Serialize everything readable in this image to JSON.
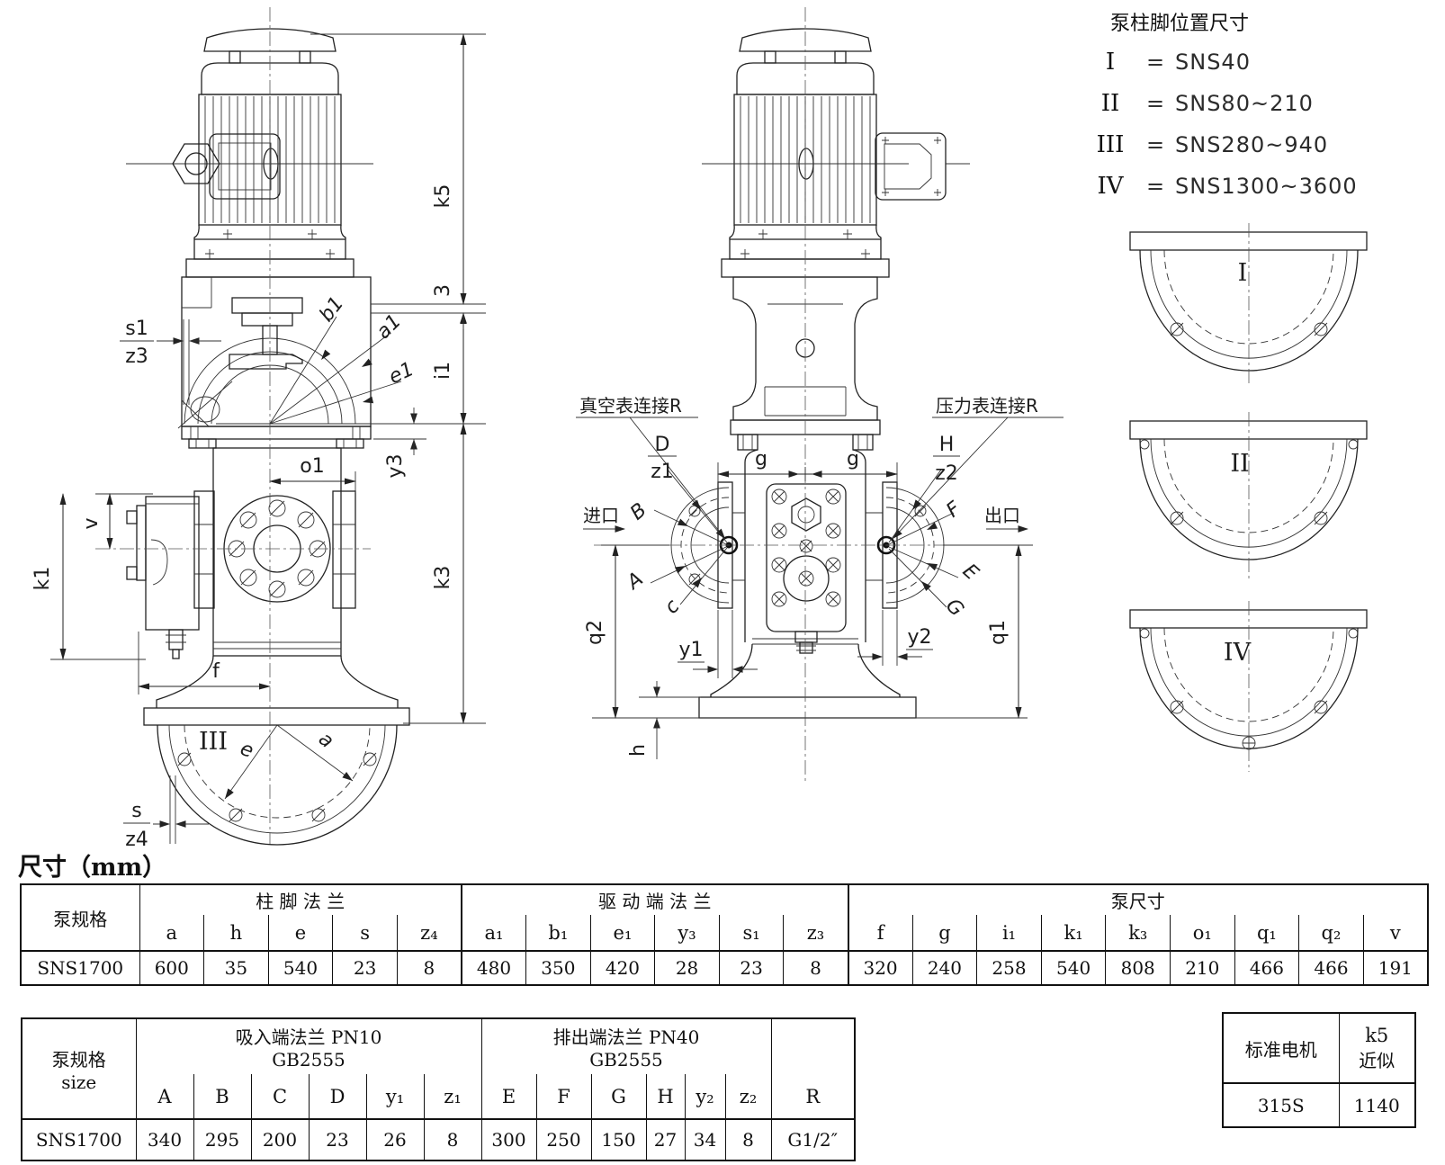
{
  "legend": {
    "title": "泵柱脚位置尺寸",
    "entries": [
      {
        "n": "I",
        "eq": "=",
        "v": "SNS40"
      },
      {
        "n": "II",
        "eq": "=",
        "v": "SNS80~210"
      },
      {
        "n": "III",
        "eq": "=",
        "v": "SNS280~940"
      },
      {
        "n": "IV",
        "eq": "=",
        "v": "SNS1300~3600"
      }
    ]
  },
  "drawing": {
    "left": {
      "s1": "s1",
      "z3": "z3",
      "b1": "b1",
      "a1": "a1",
      "e1": "e1",
      "d3": "3",
      "i1": "i1",
      "y3": "y3",
      "o1": "o1",
      "k5": "k5",
      "k3": "k3",
      "v": "v",
      "k1": "k1",
      "f": "f",
      "plate": "III",
      "e": "e",
      "a": "a",
      "s": "s",
      "z4": "z4"
    },
    "middle": {
      "vacuum": "真空表连接R",
      "pressure": "压力表连接R",
      "D": "D",
      "z1": "z1",
      "B": "B",
      "A": "A",
      "c": "c",
      "inlet": "进口",
      "H": "H",
      "z2": "z2",
      "F": "F",
      "E": "E",
      "G": "G",
      "outlet": "出口",
      "g1": "g",
      "g2": "g",
      "q2": "q2",
      "q1": "q1",
      "y1": "y1",
      "y2": "y2",
      "h": "h"
    },
    "plates": {
      "p1": "I",
      "p2": "II",
      "p4": "IV"
    }
  },
  "heading": "尺寸（mm）",
  "table1": {
    "col0": "泵规格",
    "g0": "柱 脚 法 兰",
    "g1": "驱 动 端 法 兰",
    "g2": "泵尺寸",
    "cols": [
      "a",
      "h",
      "e",
      "s",
      "z₄",
      "a₁",
      "b₁",
      "e₁",
      "y₃",
      "s₁",
      "z₃",
      "f",
      "g",
      "i₁",
      "k₁",
      "k₃",
      "o₁",
      "q₁",
      "q₂",
      "v"
    ],
    "name": "SNS1700",
    "vals": [
      "600",
      "35",
      "540",
      "23",
      "8",
      "480",
      "350",
      "420",
      "28",
      "23",
      "8",
      "320",
      "240",
      "258",
      "540",
      "808",
      "210",
      "466",
      "466",
      "191"
    ]
  },
  "table2": {
    "col0a": "泵规格",
    "col0b": "size",
    "g0a": "吸入端法兰 PN10",
    "g0b": "GB2555",
    "g1a": "排出端法兰 PN40",
    "g1b": "GB2555",
    "r": "R",
    "cols": [
      "A",
      "B",
      "C",
      "D",
      "y₁",
      "z₁",
      "E",
      "F",
      "G",
      "H",
      "y₂",
      "z₂"
    ],
    "name": "SNS1700",
    "vals": [
      "340",
      "295",
      "200",
      "23",
      "26",
      "8",
      "300",
      "250",
      "150",
      "27",
      "34",
      "8",
      "G1/2″"
    ]
  },
  "table3": {
    "h0": "标准电机",
    "h1a": "k5",
    "h1b": "近似",
    "v0": "315S",
    "v1": "1140"
  }
}
